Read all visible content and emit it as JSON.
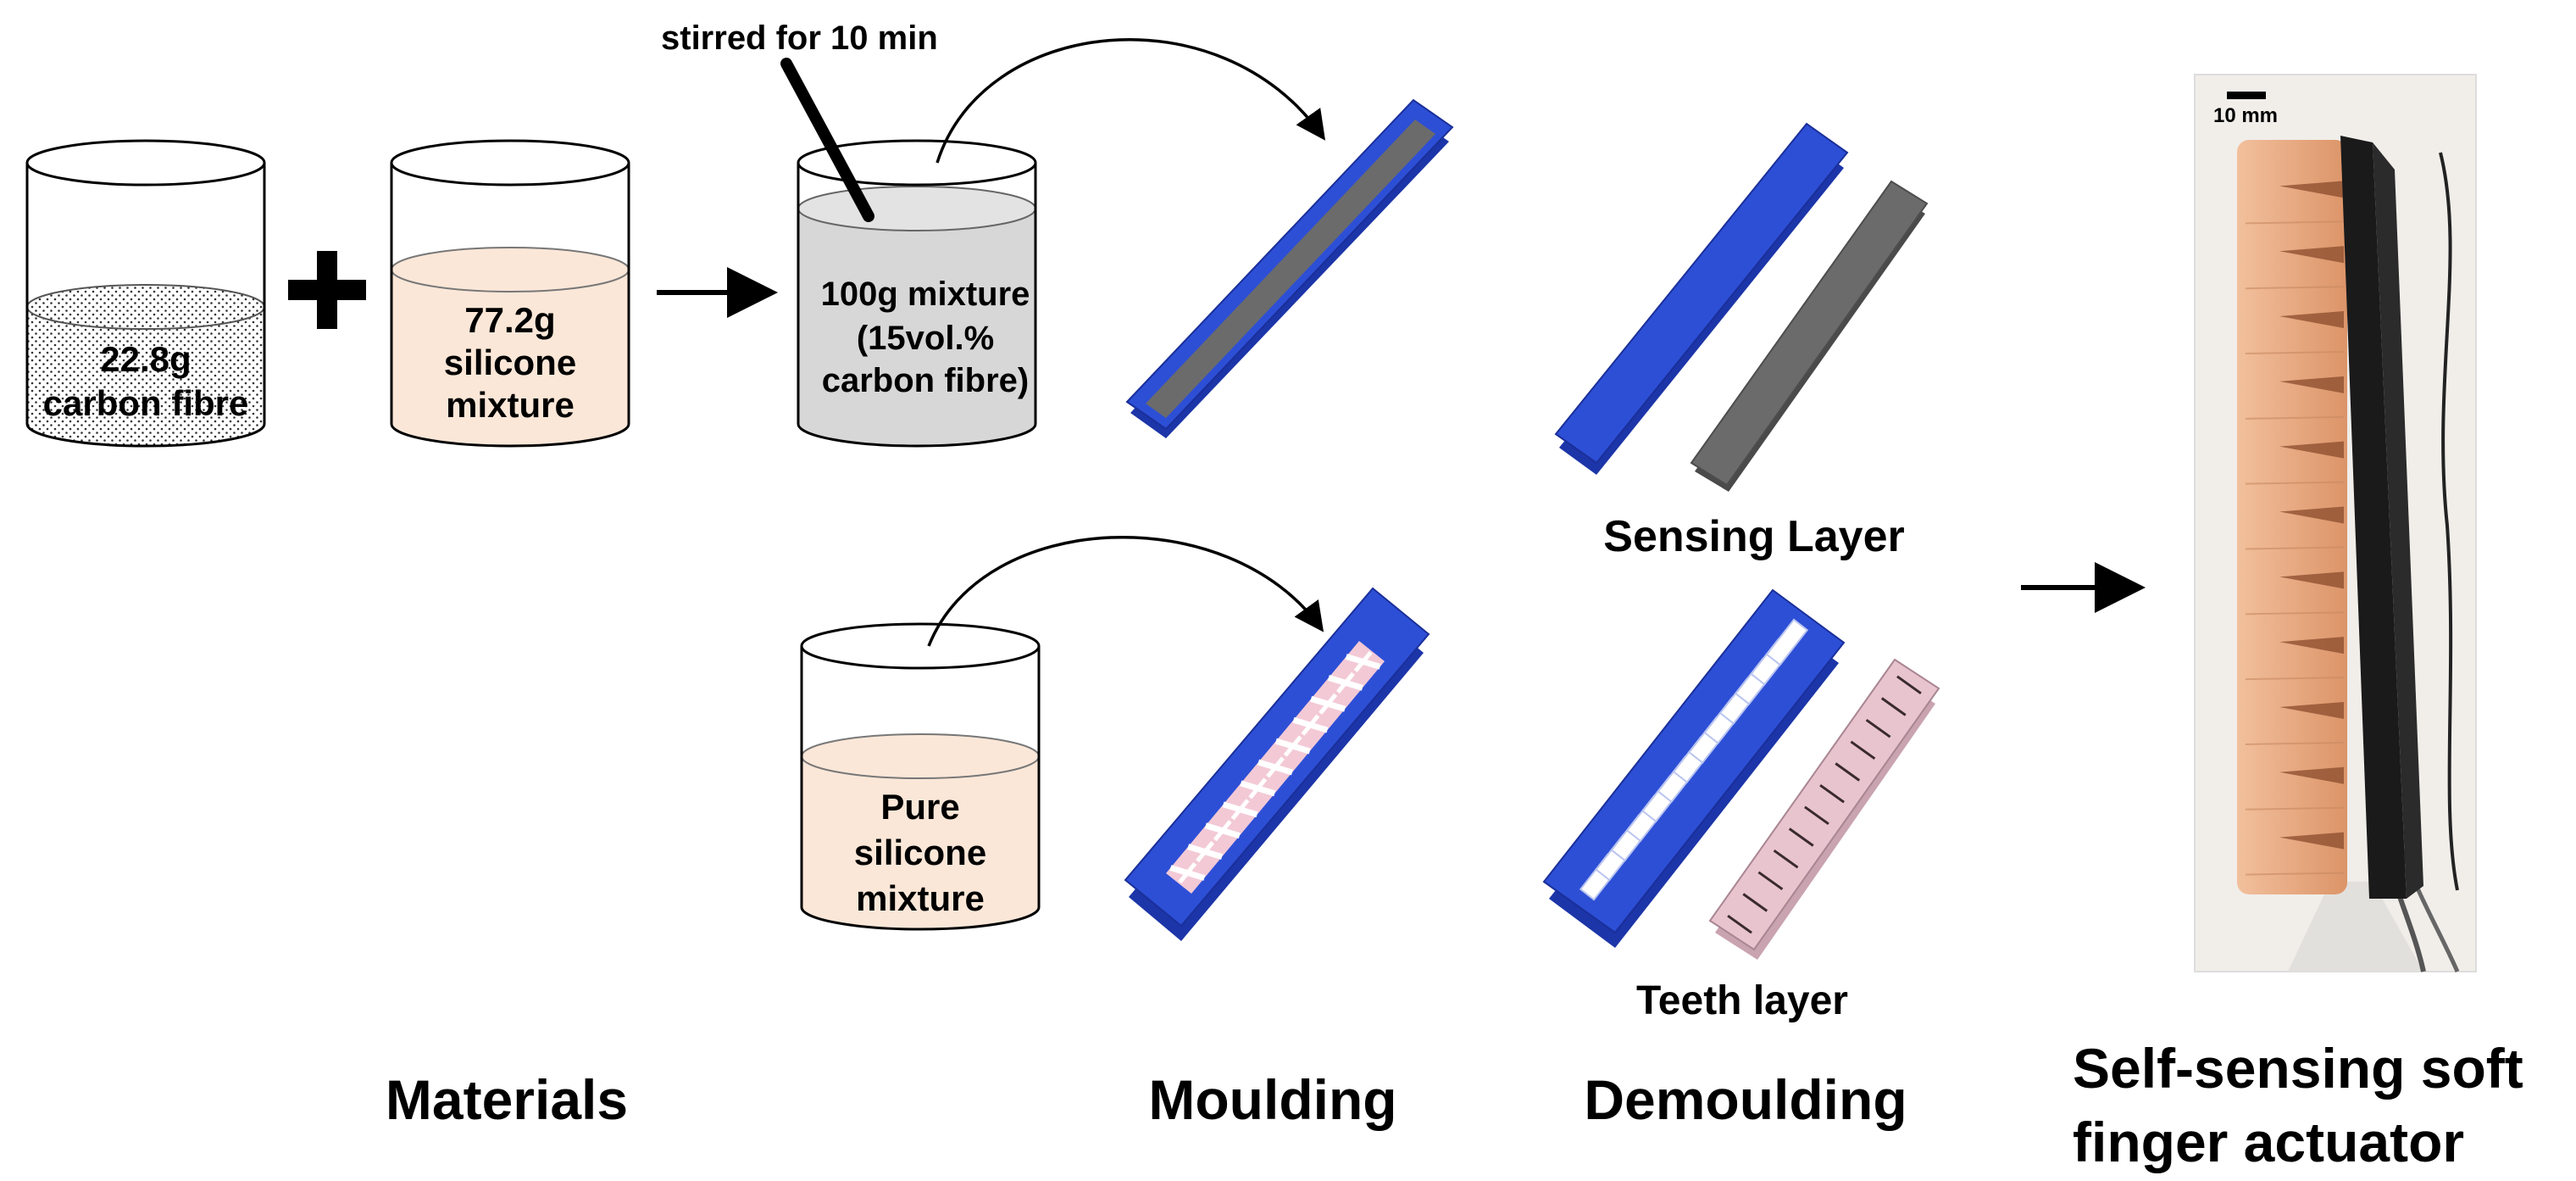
{
  "colors": {
    "mould_blue": "#2d4fd6",
    "mould_blue_dark": "#1c35a8",
    "sensing_grey": "#6b6b6b",
    "silicone_peach": "#fbe7d8",
    "composite_grey": "#d7d7d7",
    "teeth_pink": "#e8c4cf",
    "skin": "#e9a77d",
    "photo_bg": "#f1eeea"
  },
  "beakers": {
    "carbon_fibre": {
      "line1": "22.8g",
      "line2": "carbon fibre"
    },
    "silicone": {
      "line1": "77.2g",
      "line2": "silicone",
      "line3": "mixture"
    },
    "mixture": {
      "line1": "100g mixture",
      "line2": "(15vol.%",
      "line3": "carbon fibre)"
    },
    "pure": {
      "line1": "Pure",
      "line2": "silicone",
      "line3": "mixture"
    }
  },
  "annotations": {
    "stirred": "stirred for 10 min",
    "sensing_layer": "Sensing Layer",
    "teeth_layer": "Teeth layer",
    "scale_bar": "10 mm"
  },
  "stages": {
    "materials": "Materials",
    "moulding": "Moulding",
    "demoulding": "Demoulding",
    "result_line1": "Self-sensing soft",
    "result_line2": "finger actuator"
  },
  "icons": [
    "plus-icon",
    "arrow-right-icon",
    "curved-arrow-icon"
  ]
}
